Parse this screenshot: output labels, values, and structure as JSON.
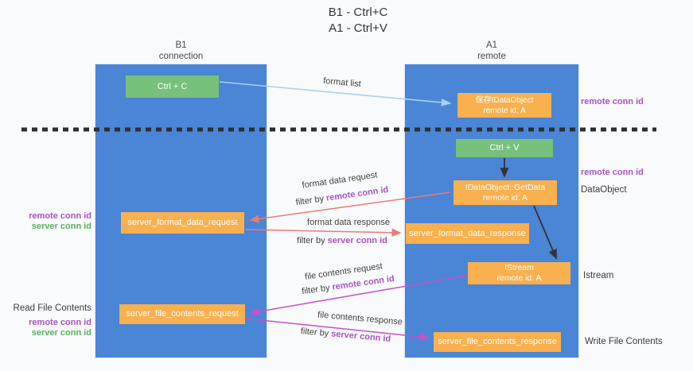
{
  "title": {
    "line1": "B1 - Ctrl+C",
    "line2": "A1 - Ctrl+V"
  },
  "lanes": {
    "left": {
      "name": "B1",
      "role": "connection"
    },
    "right": {
      "name": "A1",
      "role": "remote"
    }
  },
  "boxes": {
    "ctrl_c": {
      "label": "Ctrl + C"
    },
    "save_idataobject": {
      "line1": "保存IDataObject",
      "line2": "remote id: A"
    },
    "ctrl_v": {
      "label": "Ctrl + V"
    },
    "getdata": {
      "line1": "IDataObject::GetData",
      "line2": "remote id: A"
    },
    "format_request": {
      "label": "server_format_data_request"
    },
    "format_response": {
      "label": "server_format_data_response"
    },
    "istream": {
      "line1": "IStream",
      "line2": "remote id: A"
    },
    "file_request": {
      "label": "server_file_contents_request"
    },
    "file_response": {
      "label": "server_file_contents_response"
    }
  },
  "flow_labels": {
    "format_list": "format list",
    "format_data_request": "format data request",
    "format_data_request_filter": {
      "prefix": "filter by ",
      "value": "remote conn id"
    },
    "format_data_response": "format data response",
    "format_data_response_filter": {
      "prefix": "filter by ",
      "value": "server conn id"
    },
    "file_contents_request": "file contents request",
    "file_contents_request_filter": {
      "prefix": "filter by ",
      "value": "remote conn id"
    },
    "file_contents_response": "file contents response",
    "file_contents_response_filter": {
      "prefix": "filter by ",
      "value": "server conn id"
    }
  },
  "right_annotations": {
    "remote_conn_id_top": "remote conn id",
    "remote_conn_id_mid": "remote conn id",
    "dataobject": "DataObject",
    "istream": "Istream",
    "write_file_contents": "Write File Contents"
  },
  "left_annotations": {
    "remote_conn_id_1": "remote conn id",
    "server_conn_id_1": "server conn id",
    "read_file_contents": "Read File Contents",
    "remote_conn_id_2": "remote conn id",
    "server_conn_id_2": "server conn id"
  },
  "colors": {
    "bg": "#f9fafb",
    "blue": "#4a85d6",
    "green-box": "#77c17b",
    "orange": "#f9b04e",
    "purple": "#a653c8",
    "conn-green": "#55b25c",
    "red": "#e97b76",
    "magenta": "#c84fc8",
    "lightblue": "#a8d2f0",
    "ink": "#3a3a3a",
    "dash": "#2e2e2e"
  }
}
